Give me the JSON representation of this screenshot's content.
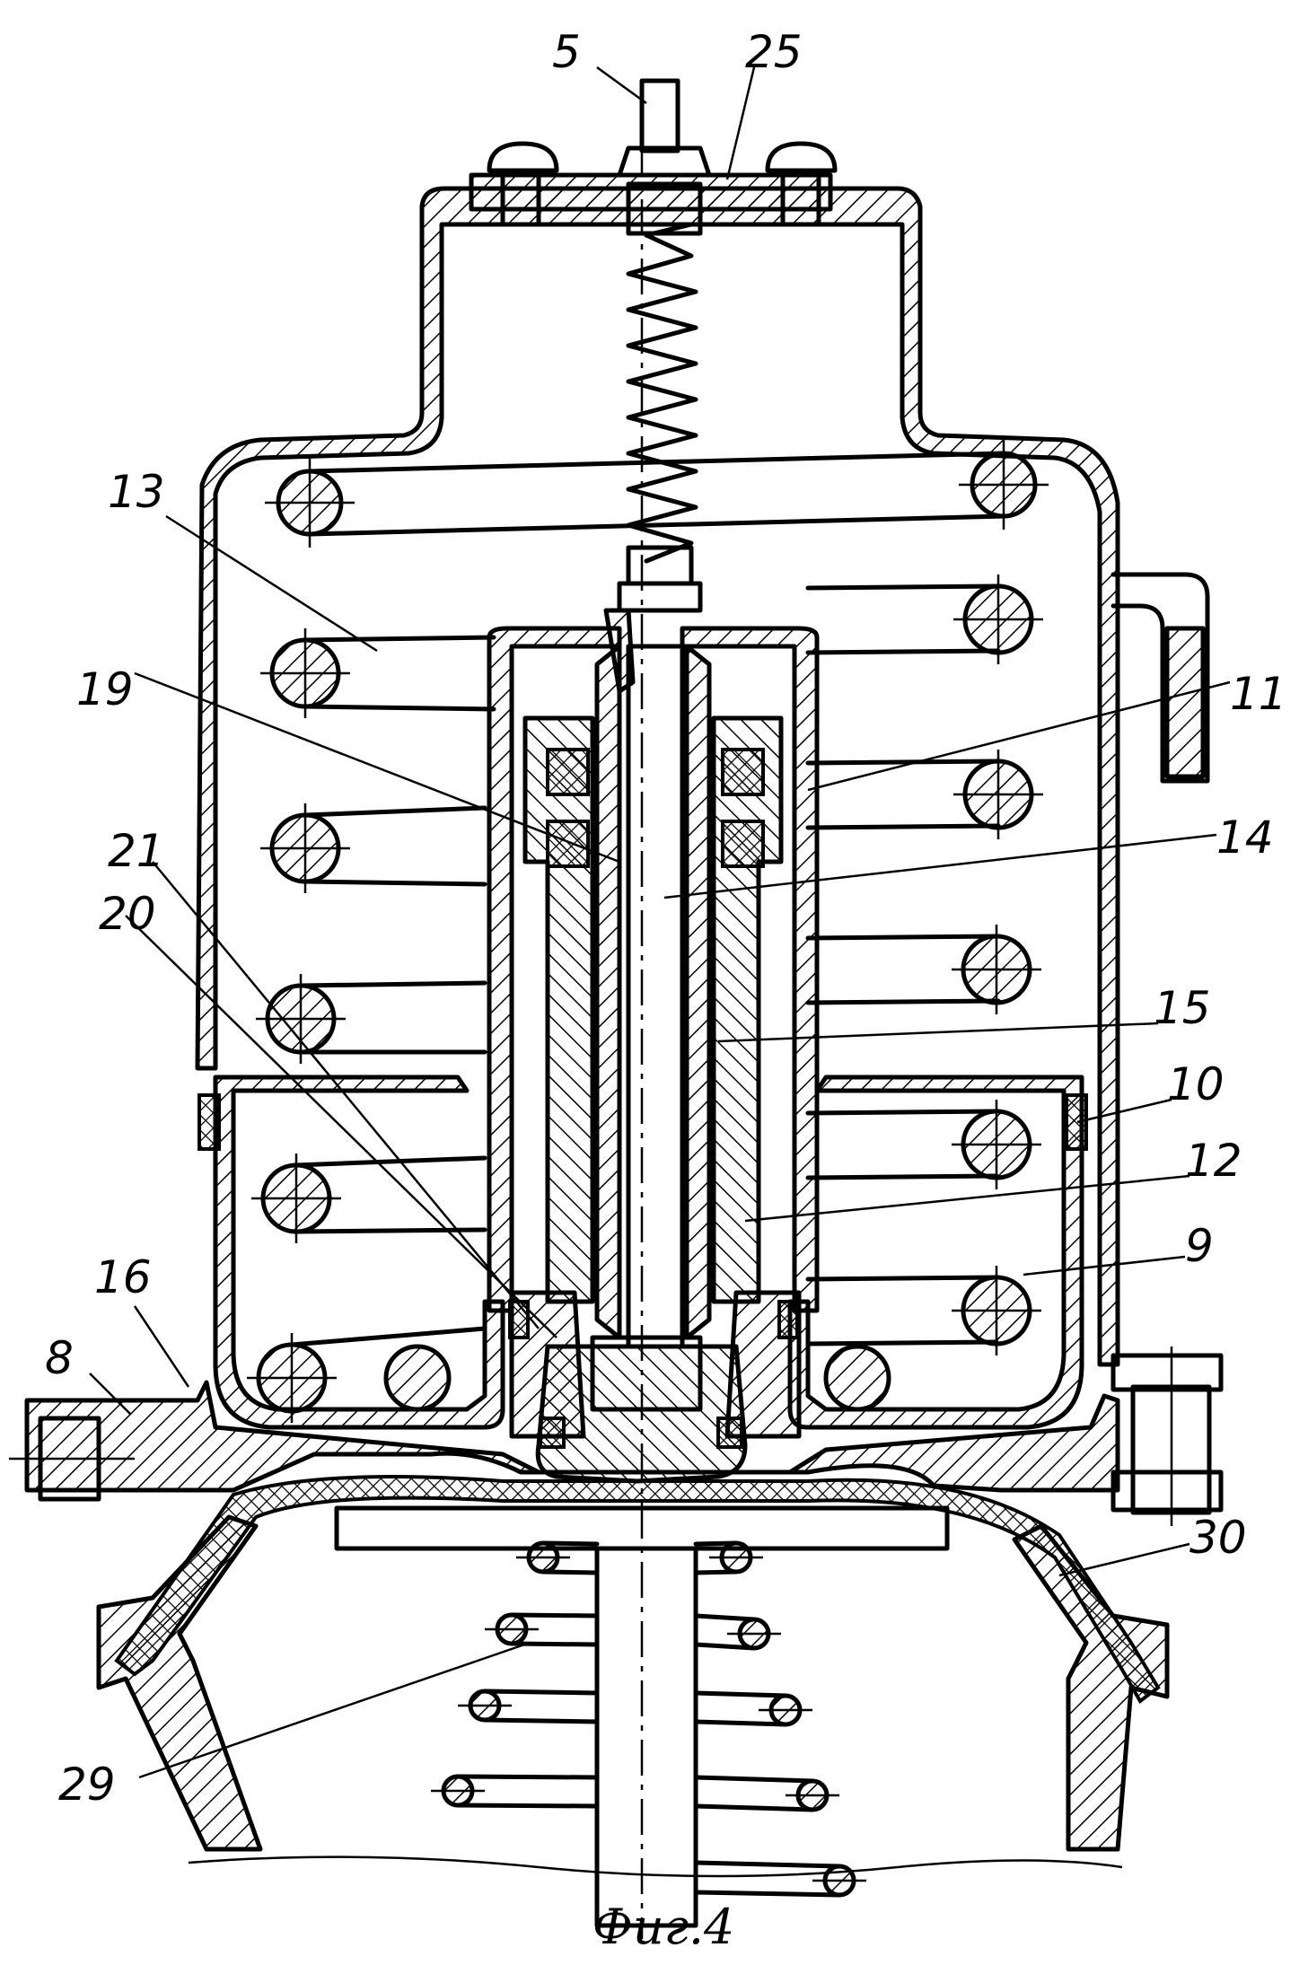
{
  "figure": {
    "caption": "Фиг.4",
    "callouts": [
      {
        "id": "5",
        "text": "5"
      },
      {
        "id": "25",
        "text": "25"
      },
      {
        "id": "13",
        "text": "13"
      },
      {
        "id": "19",
        "text": "19"
      },
      {
        "id": "11",
        "text": "11"
      },
      {
        "id": "14",
        "text": "14"
      },
      {
        "id": "21",
        "text": "21"
      },
      {
        "id": "20",
        "text": "20"
      },
      {
        "id": "15",
        "text": "15"
      },
      {
        "id": "10",
        "text": "10"
      },
      {
        "id": "12",
        "text": "12"
      },
      {
        "id": "16",
        "text": "16"
      },
      {
        "id": "9",
        "text": "9"
      },
      {
        "id": "8",
        "text": "8"
      },
      {
        "id": "30",
        "text": "30"
      },
      {
        "id": "29",
        "text": "29"
      }
    ]
  }
}
